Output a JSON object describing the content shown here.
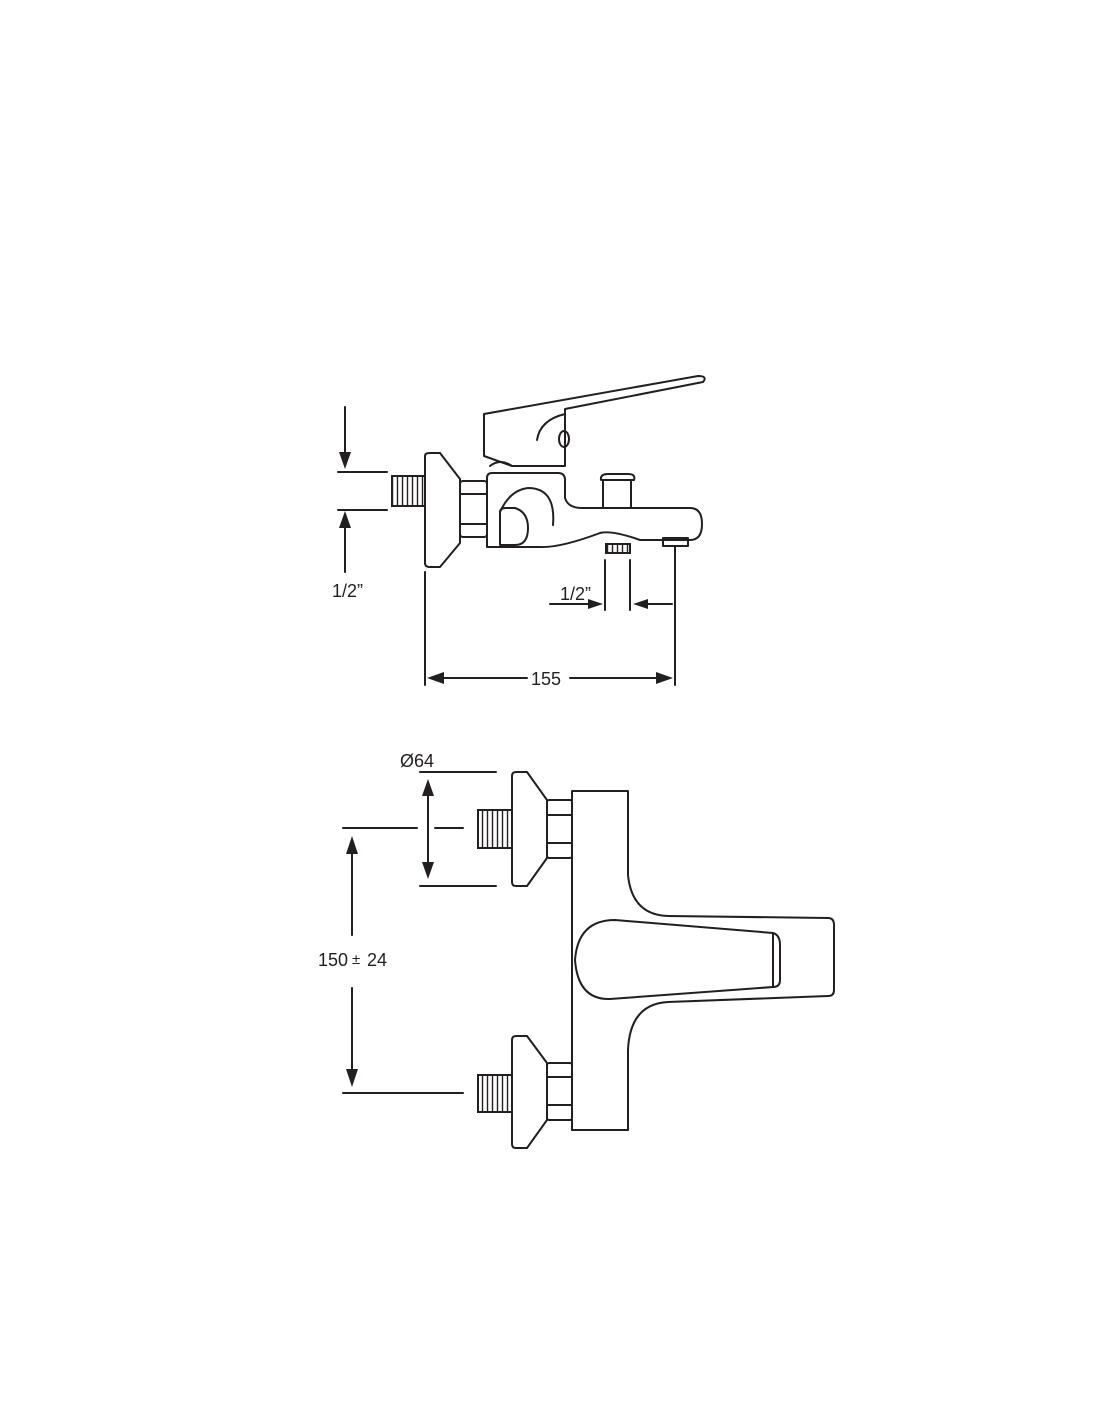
{
  "side_view": {
    "inlet_thread_label": "1/2”",
    "outlet_thread_label": "1/2”",
    "projection_label": "155"
  },
  "front_view": {
    "flange_diameter_label": "Ø64",
    "centers_label_main": "150",
    "centers_label_pm": "±",
    "centers_label_tol": "24"
  },
  "colors": {
    "line": "#231f20",
    "background": "#ffffff"
  }
}
